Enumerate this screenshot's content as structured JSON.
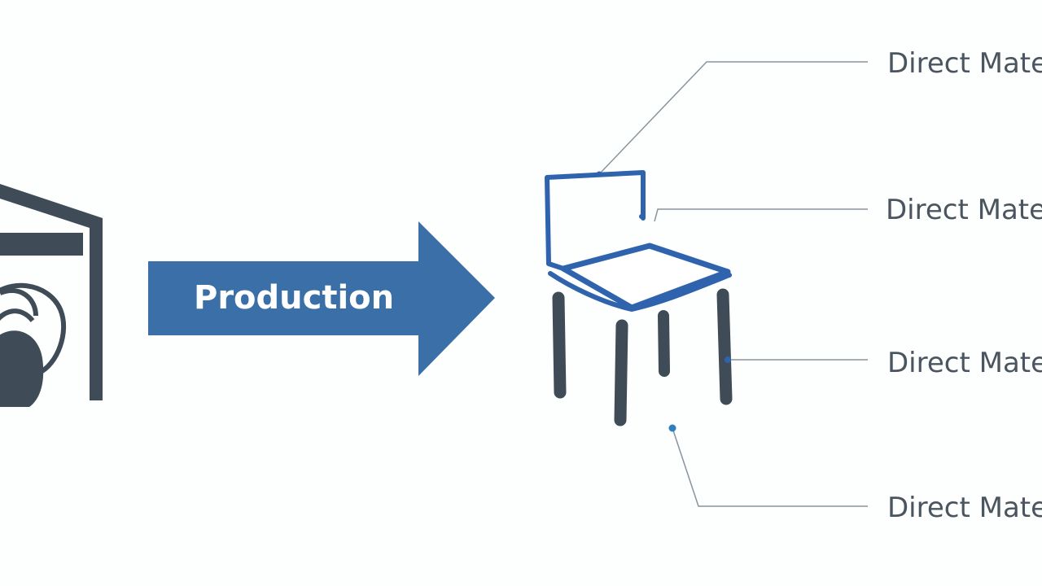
{
  "process": {
    "label": "Production"
  },
  "callouts": [
    {
      "label": "Direct Mate"
    },
    {
      "label": "Direct Mate"
    },
    {
      "label": "Direct Mate"
    },
    {
      "label": "Direct Mate"
    }
  ],
  "colors": {
    "arrow": "#3b6fa8",
    "chair_outline": "#2f63ad",
    "chair_legs": "#3f4b56",
    "factory": "#3f4b56",
    "leader_line": "#8a949c",
    "label_text": "#4a5560",
    "dot": "#2f7fc0"
  },
  "icons": {
    "factory": "factory-icon",
    "chair": "chair-icon"
  }
}
